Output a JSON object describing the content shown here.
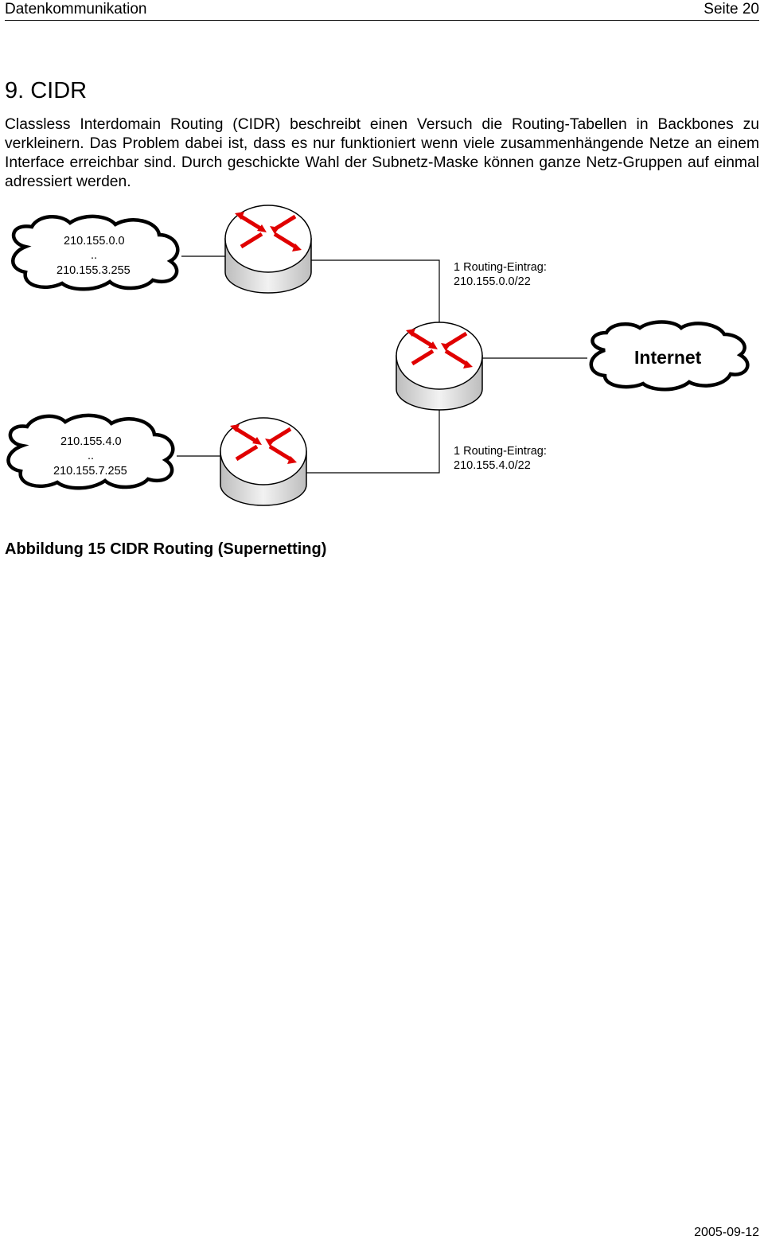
{
  "header": {
    "left": "Datenkommunikation",
    "right": "Seite 20"
  },
  "section": {
    "title": "9. CIDR",
    "paragraph": "Classless Interdomain Routing (CIDR) beschreibt einen Versuch die Routing-Tabellen in Backbones zu verkleinern. Das Problem dabei ist, dass es nur funktioniert wenn viele zusammenhängende Netze an einem Interface erreichbar sind. Durch geschickte Wahl der Subnetz-Maske können ganze Netz-Gruppen auf einmal adressiert werden."
  },
  "diagram": {
    "net_top": {
      "start": "210.155.0.0",
      "dots": "..",
      "end": "210.155.3.255"
    },
    "net_bottom": {
      "start": "210.155.4.0",
      "dots": "..",
      "end": "210.155.7.255"
    },
    "route_top": {
      "line1": "1 Routing-Eintrag:",
      "line2": "210.155.0.0/22"
    },
    "route_bottom": {
      "line1": "1 Routing-Eintrag:",
      "line2": "210.155.4.0/22"
    },
    "internet_label": "Internet",
    "colors": {
      "arrow": "#e00000",
      "router_body": "#d0d0d0",
      "router_top": "#ffffff"
    }
  },
  "caption": "Abbildung 15 CIDR Routing (Supernetting)",
  "footer": {
    "date": "2005-09-12"
  }
}
